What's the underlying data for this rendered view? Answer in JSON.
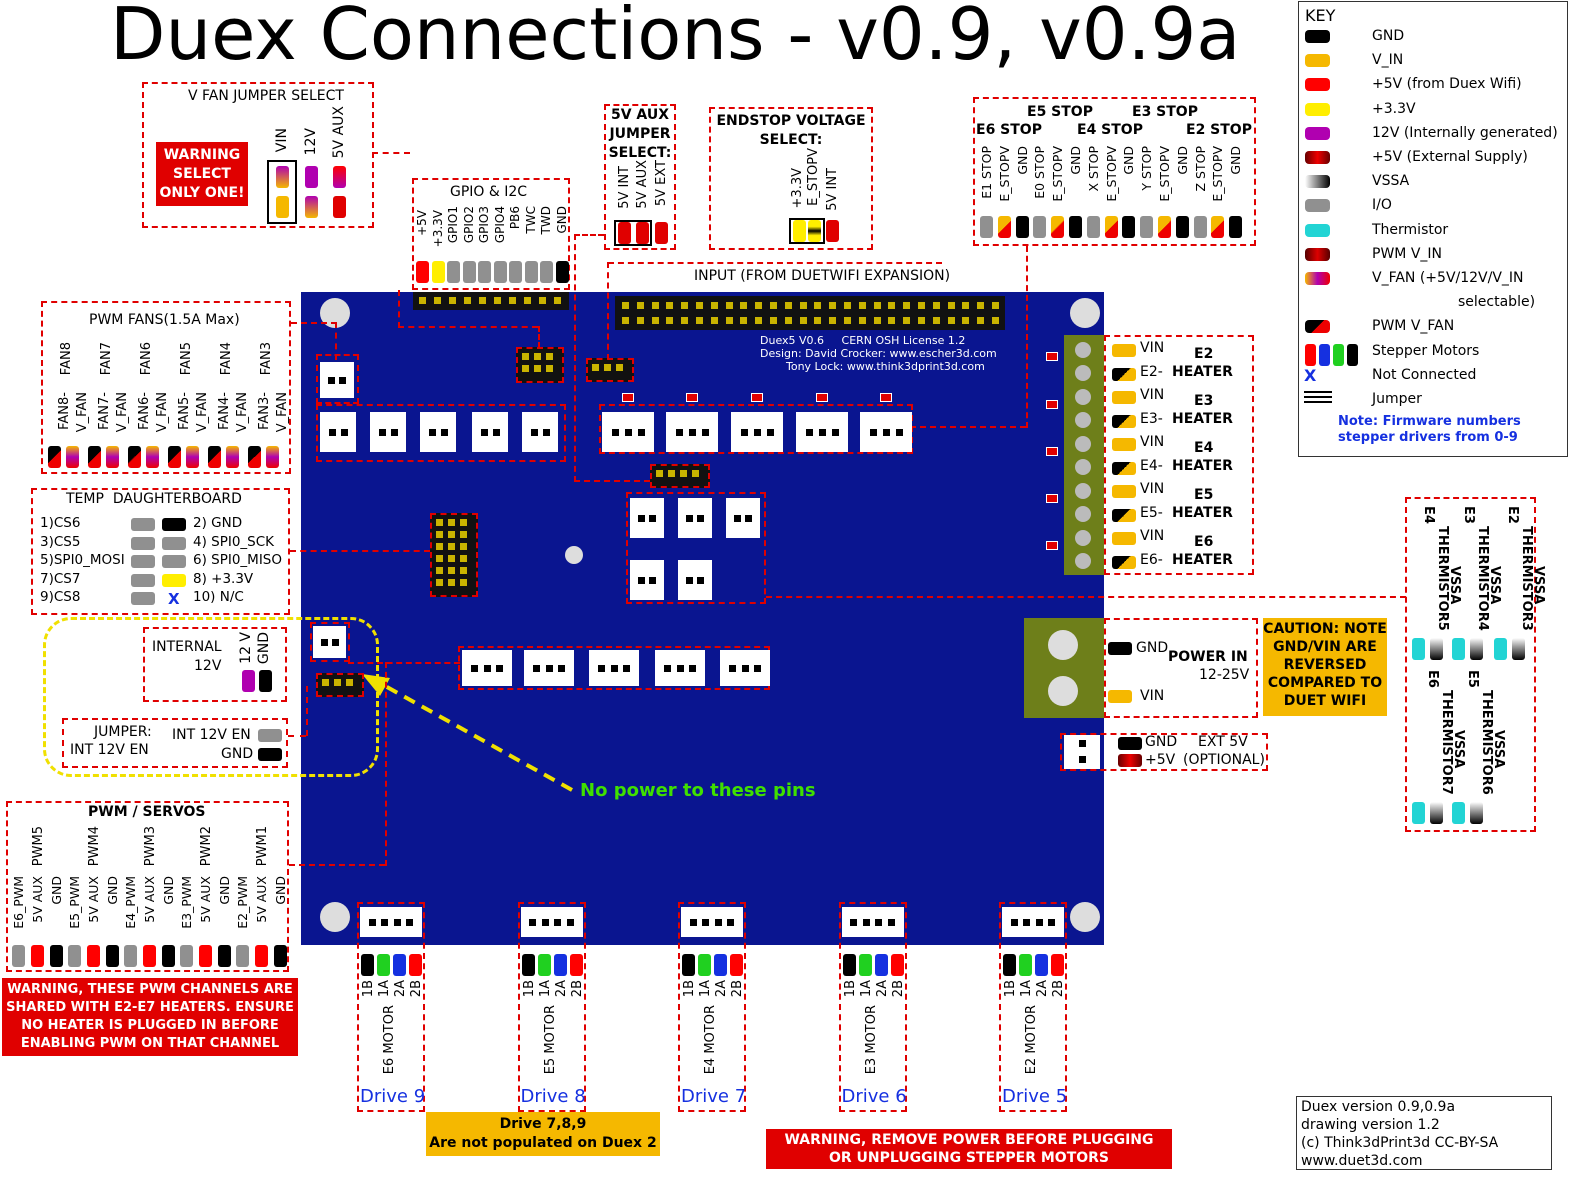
{
  "title": "Duex Connections - v0.9, v0.9a",
  "colors": {
    "board": "#0a1590",
    "red": "#e00000",
    "gnd": "#000000",
    "vin": "#f5b800",
    "p5": "#ff0000",
    "p33": "#ffee00",
    "v12": "#b000b0",
    "io": "#909090",
    "therm": "#22d4d4",
    "motor_blue": "#1530e0",
    "motor_green": "#20d020"
  },
  "key": {
    "title": "KEY",
    "items": [
      "GND",
      "V_IN",
      "+5V (from Duex Wifi)",
      "+3.3V",
      "12V (Internally generated)",
      "+5V (External Supply)",
      "VSSA",
      "I/O",
      "Thermistor",
      "PWM V_IN",
      "V_FAN (+5V/12V/V_IN",
      "selectable)",
      "PWM V_FAN",
      "Stepper Motors",
      "Not Connected",
      "Jumper"
    ],
    "x_mark": "X",
    "note1": "Note: Firmware numbers",
    "note2": "stepper drivers from 0-9"
  },
  "vfan": {
    "title": "V FAN JUMPER SELECT",
    "warning": [
      "WARNING",
      "SELECT",
      "ONLY ONE!"
    ],
    "labels": [
      "VIN",
      "12V",
      "5V AUX"
    ]
  },
  "aux5v": {
    "title": [
      "5V AUX",
      "JUMPER",
      "SELECT:"
    ],
    "labels": [
      "5V INT",
      "5V AUX",
      "5V EXT"
    ]
  },
  "endstop_voltage": {
    "title": [
      "ENDSTOP VOLTAGE",
      "SELECT:"
    ],
    "labels": [
      "E_STOPV",
      "+3.3V",
      "5V INT"
    ]
  },
  "gpio": {
    "title": "GPIO & I2C",
    "labels": [
      "+5V",
      "+3.3V",
      "GPIO1",
      "GPIO2",
      "GPIO3",
      "GPIO4",
      "PB6",
      "TWC",
      "TWD",
      "GND"
    ]
  },
  "stops": {
    "row1": [
      "E5 STOP",
      "E3 STOP"
    ],
    "row2": [
      "E6 STOP",
      "E4 STOP",
      "E2 STOP"
    ],
    "labels": [
      "E1 STOP",
      "E_STOPV",
      "GND",
      "E0 STOP",
      "E_STOPV",
      "GND",
      "X STOP",
      "E_STOPV",
      "GND",
      "Y STOP",
      "E_STOPV",
      "GND",
      "Z STOP",
      "E_STOPV",
      "GND"
    ]
  },
  "input": "INPUT (FROM DUETWIFI EXPANSION)",
  "board_text": [
    "Duex5 V0.6     CERN OSH License 1.2",
    "Design: David Crocker: www.escher3d.com",
    "Tony Lock: www.think3dprint3d.com"
  ],
  "pwm_fans": {
    "title": "PWM FANS(1.5A Max)",
    "fans": [
      "FAN8",
      "FAN7",
      "FAN6",
      "FAN5",
      "FAN4",
      "FAN3"
    ],
    "sub": [
      [
        "V_FAN",
        "FAN8-"
      ],
      [
        "V_FAN",
        "FAN7-"
      ],
      [
        "V_FAN",
        "FAN6-"
      ],
      [
        "V_FAN",
        "FAN5-"
      ],
      [
        "V_FAN",
        "FAN4-"
      ],
      [
        "V_FAN",
        "FAN3-"
      ]
    ]
  },
  "temp": {
    "title": "TEMP  DAUGHTERBOARD",
    "left": [
      "1)CS6",
      "3)CS5",
      "5)SPI0_MOSI",
      "7)CS7",
      "9)CS8"
    ],
    "right": [
      "2) GND",
      "4) SPI0_SCK",
      "6) SPI0_MISO",
      "8) +3.3V",
      "10) N/C"
    ],
    "x_mark": "X"
  },
  "internal12": {
    "label1": "INTERNAL",
    "label2": "12V",
    "pins": [
      "12 V",
      "GND"
    ]
  },
  "jumper12": {
    "label1": "JUMPER:",
    "label2": "INT 12V EN",
    "r1": "INT 12V EN",
    "r2": "GND"
  },
  "no_power": "No power to these pins",
  "pwm_servos": {
    "title": "PWM / SERVOS",
    "groups": [
      "PWM5",
      "PWM4",
      "PWM3",
      "PWM2",
      "PWM1"
    ],
    "labels": [
      "E6_PWM",
      "5V AUX",
      "GND",
      "E5_PWM",
      "5V AUX",
      "GND",
      "E4_PWM",
      "5V AUX",
      "GND",
      "E3_PWM",
      "5V AUX",
      "GND",
      "E2_PWM",
      "5V AUX",
      "GND"
    ]
  },
  "pwm_warning": [
    "WARNING, THESE PWM CHANNELS ARE",
    "SHARED WITH E2-E7 HEATERS. ENSURE",
    "NO HEATER IS PLUGGED IN BEFORE",
    "ENABLING PWM ON THAT CHANNEL"
  ],
  "heaters": [
    {
      "vin": "VIN",
      "neg": "E2-",
      "name": "E2",
      "heater": "HEATER"
    },
    {
      "vin": "VIN",
      "neg": "E3-",
      "name": "E3",
      "heater": "HEATER"
    },
    {
      "vin": "VIN",
      "neg": "E4-",
      "name": "E4",
      "heater": "HEATER"
    },
    {
      "vin": "VIN",
      "neg": "E5-",
      "name": "E5",
      "heater": "HEATER"
    },
    {
      "vin": "VIN",
      "neg": "E6-",
      "name": "E6",
      "heater": "HEATER"
    }
  ],
  "power": {
    "gnd": "GND",
    "vin": "VIN",
    "title": "POWER IN",
    "range": "12-25V"
  },
  "caution": [
    "CAUTION: NOTE",
    "GND/VIN ARE",
    "REVERSED",
    "COMPARED TO",
    "DUET WIFI"
  ],
  "ext5v": {
    "gnd": "GND",
    "p5": "+5V",
    "title": "EXT 5V",
    "opt": "(OPTIONAL)"
  },
  "thermistors": {
    "top": [
      {
        "name": "E4",
        "therm": "THERMISTOR5",
        "vssa": "VSSA"
      },
      {
        "name": "E3",
        "therm": "THERMISTOR4",
        "vssa": "VSSA"
      },
      {
        "name": "E2",
        "therm": "THERMISTOR3",
        "vssa": "VSSA"
      }
    ],
    "bottom": [
      {
        "name": "E6",
        "therm": "THERMISTOR7",
        "vssa": "VSSA"
      },
      {
        "name": "E5",
        "therm": "THERMISTOR6",
        "vssa": "VSSA"
      }
    ]
  },
  "motors": [
    {
      "name": "E6 MOTOR",
      "drive": "Drive 9"
    },
    {
      "name": "E5 MOTOR",
      "drive": "Drive 8"
    },
    {
      "name": "E4 MOTOR",
      "drive": "Drive 7"
    },
    {
      "name": "E3 MOTOR",
      "drive": "Drive 6"
    },
    {
      "name": "E2 MOTOR",
      "drive": "Drive 5"
    }
  ],
  "motor_pins": [
    "1B",
    "1A",
    "2A",
    "2B"
  ],
  "drive_note": [
    "Drive 7,8,9",
    "Are not populated on Duex 2"
  ],
  "motor_warning": [
    "WARNING, REMOVE POWER BEFORE PLUGGING",
    "OR UNPLUGGING STEPPER MOTORS"
  ],
  "version": [
    "Duex version 0.9,0.9a",
    "drawing version 1.2",
    "(c) Think3dPrint3d CC-BY-SA",
    "www.duet3d.com"
  ]
}
